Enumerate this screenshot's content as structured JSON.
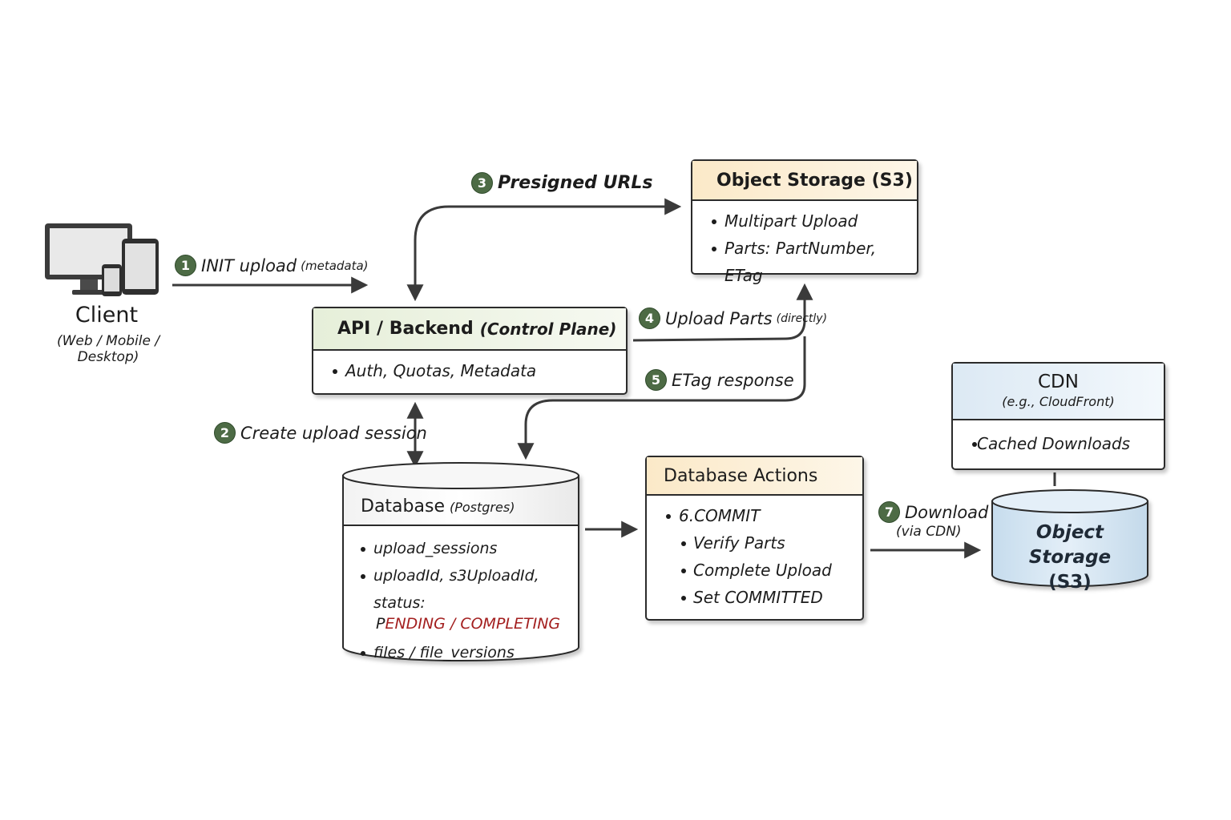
{
  "client": {
    "title": "Client",
    "subtitle": "(Web / Mobile / Desktop)"
  },
  "api": {
    "title": "API / Backend",
    "title_suffix": "(Control Plane)",
    "items": [
      "Auth, Quotas, Metadata"
    ]
  },
  "object_storage": {
    "title": "Object Storage (S3)",
    "items": [
      "Multipart Upload",
      "Parts: PartNumber, ETag"
    ]
  },
  "database": {
    "title": "Database",
    "title_suffix": "(Postgres)",
    "items": [
      "upload_sessions",
      "uploadId, s3UploadId, status:",
      "files / file_versions"
    ],
    "status_first": "P",
    "status_rest": "ENDING / COMPLETING"
  },
  "db_actions": {
    "title": "Database Actions",
    "main_item": "6.COMMIT",
    "sub_items": [
      "Verify Parts",
      "Complete Upload",
      "Set COMMITTED"
    ]
  },
  "cdn": {
    "title": "CDN",
    "subtitle": "(e.g., CloudFront)",
    "items": [
      "Cached Downloads"
    ]
  },
  "storage_cylinder": {
    "line1": "Object Storage",
    "line2": "(S3)"
  },
  "steps": {
    "s1": {
      "num": "1",
      "text": "INIT upload",
      "small": "(metadata)"
    },
    "s2": {
      "num": "2",
      "text": "Create upload session"
    },
    "s3": {
      "num": "3",
      "text": "Presigned URLs"
    },
    "s4": {
      "num": "4",
      "text": "Upload Parts",
      "small": "(directly)"
    },
    "s5": {
      "num": "5",
      "text": "ETag response"
    },
    "s7": {
      "num": "7",
      "text": "Download",
      "small": "(via CDN)"
    }
  },
  "colors": {
    "api_header": "#e6efd9",
    "s3_header": "#fbe9c8",
    "actions_header": "#fbe9c8",
    "cdn_header": "#dce9f4",
    "cylinder_fill": "#d6e6f3",
    "badge": "#4d6b45",
    "status_red": "#a31f1f"
  }
}
